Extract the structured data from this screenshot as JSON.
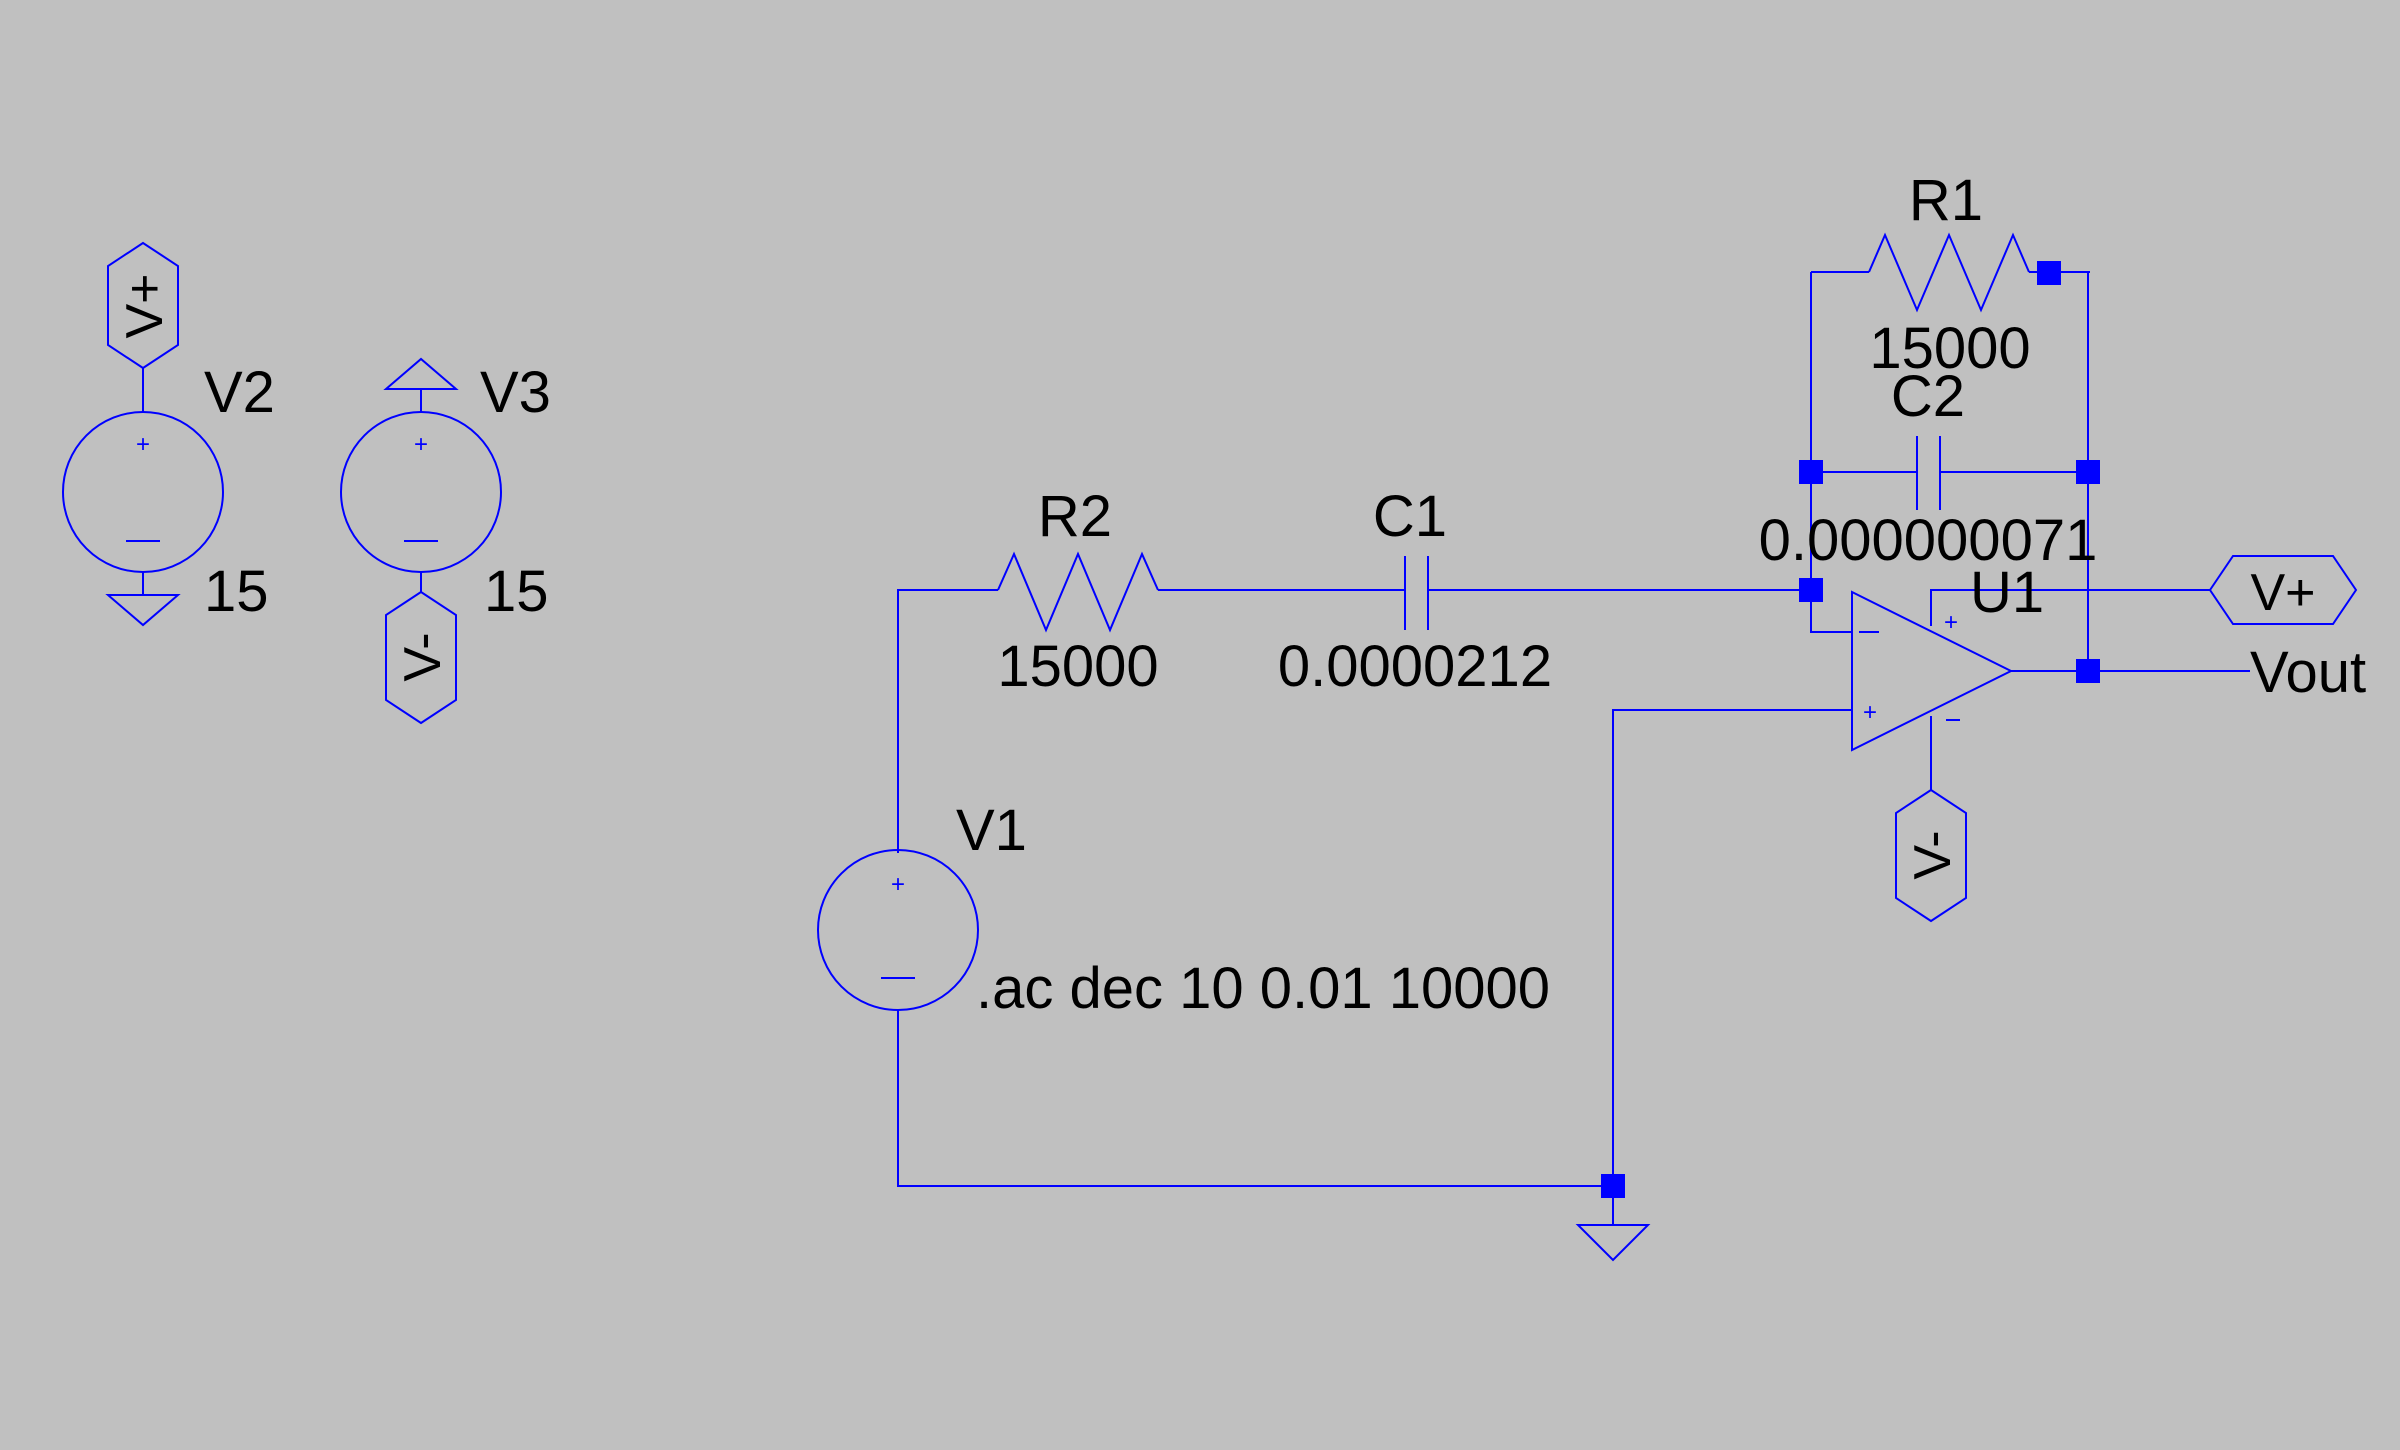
{
  "colors": {
    "background": "#c0c0c0",
    "wire": "#0000ff",
    "text": "#000000"
  },
  "components": {
    "V2": {
      "name": "V2",
      "value": "15",
      "net_flag": "V+"
    },
    "V3": {
      "name": "V3",
      "value": "15",
      "net_flag": "V-"
    },
    "R2": {
      "name": "R2",
      "value": "15000"
    },
    "C1": {
      "name": "C1",
      "value": "0.0000212"
    },
    "R1": {
      "name": "R1",
      "value": "15000"
    },
    "C2": {
      "name": "C2",
      "value": "0.000000071"
    },
    "U1": {
      "name": "U1",
      "supply_pos": "V+",
      "supply_neg": "V-"
    },
    "V1": {
      "name": "V1"
    }
  },
  "output_label": "Vout",
  "directive": ".ac dec 10 0.01 10000",
  "pin_marks": {
    "plus": "+",
    "minus": "−"
  }
}
